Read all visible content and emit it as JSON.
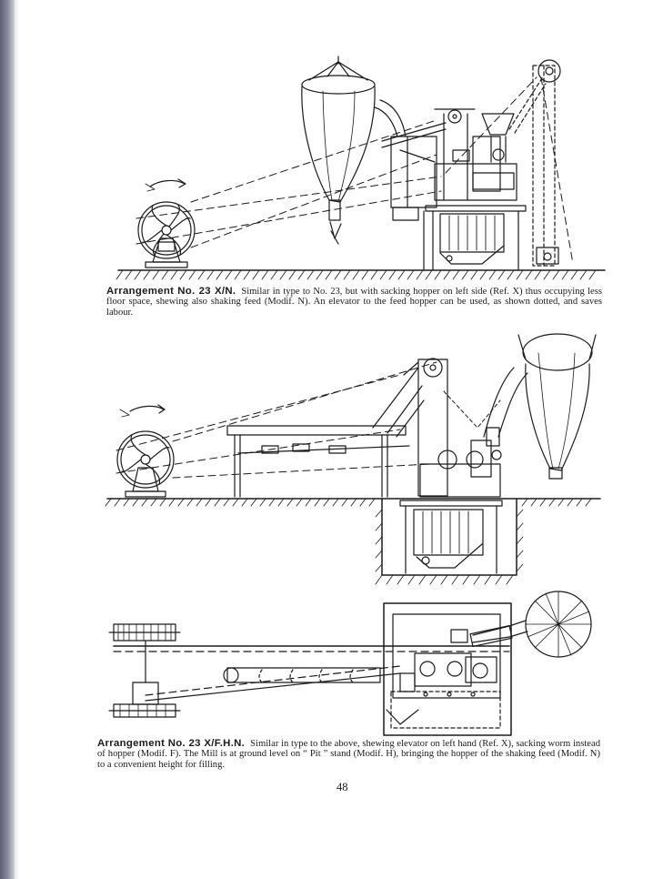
{
  "captions": {
    "arr1": {
      "title": "Arrangement No. 23 X/N.",
      "text": "Similar in type to No. 23, but with sacking hopper on left side (Ref. X) thus occupying less floor space, shewing also shaking feed (Modif. N). An elevator to the feed hopper can be used, as shown dotted, and saves labour."
    },
    "arr2": {
      "title": "Arrangement No. 23 X/F.H.N.",
      "text": "Similar in type to the above, shewing elevator on left hand (Ref. X), sacking worm instead of hopper (Modif. F). The Mill is at ground level on “ Pit ” stand (Modif. H), bringing the hopper of the shaking feed (Modif. N) to a convenient height for filling."
    }
  },
  "page_number": "48",
  "colors": {
    "ink": "#1b1b1b",
    "paper": "#ffffff",
    "binding": "#6f6f86"
  }
}
